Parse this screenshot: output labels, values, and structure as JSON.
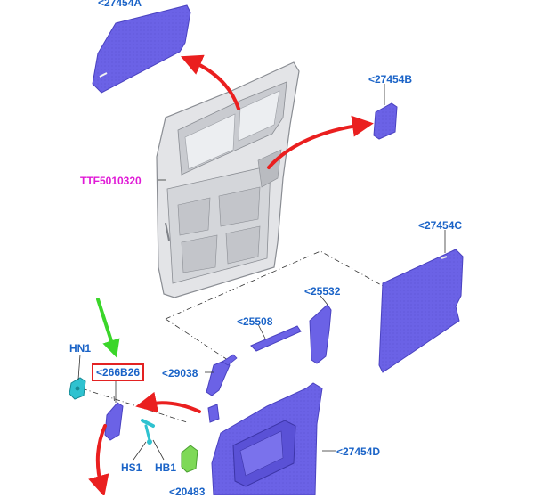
{
  "labels": {
    "part_27454A": "<27454A",
    "part_27454B": "<27454B",
    "part_27454C": "<27454C",
    "part_27454D": "<27454D",
    "part_25532": "<25532",
    "part_25508": "<25508",
    "part_29038": "<29038",
    "part_266B26": "<266B26",
    "part_20483": "<20483",
    "hn1": "HN1",
    "hs1": "HS1",
    "hb1": "HB1",
    "door_ref": "TTF5010320"
  },
  "colors": {
    "label_text": "#1a63c7",
    "door_ref_text": "#e01ad6",
    "panel_fill": "#6b62e6",
    "door_fill": "#e3e4e7",
    "arrow_red": "#ea1f1f",
    "arrow_green": "#3bd62a",
    "highlight_box": "#e32222",
    "cyan_part": "#2fc2d0",
    "green_part": "#7ed957"
  }
}
